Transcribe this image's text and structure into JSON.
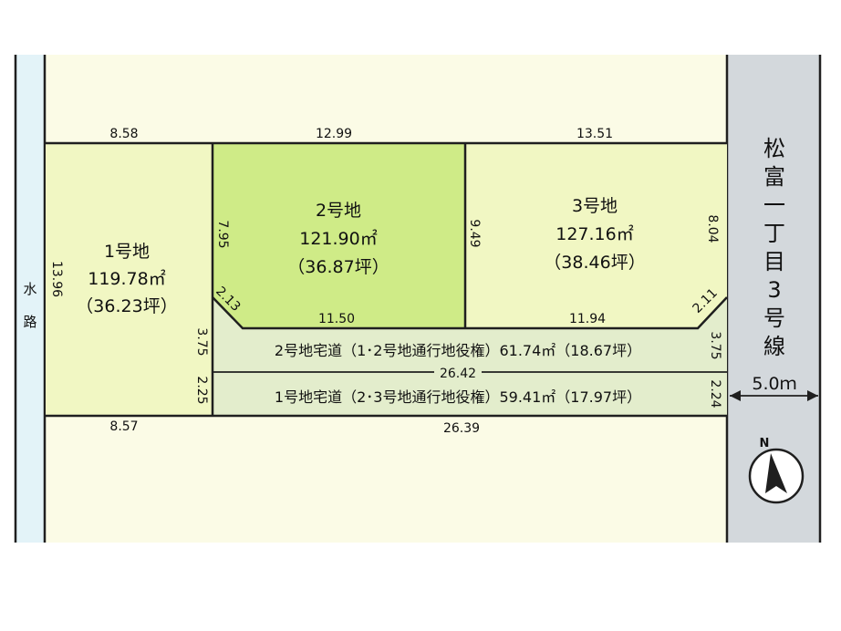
{
  "colors": {
    "background_land": "#fbfbe6",
    "water": "#e3f3f8",
    "road": "#d3d8dc",
    "lot1": "#f1f7c3",
    "lot2": "#cfeb87",
    "lot3": "#f1f7c3",
    "driveway": "#e3edcc",
    "outline": "#1f1f1f"
  },
  "water": {
    "label": "水路"
  },
  "road": {
    "label": "松富一丁目3号線",
    "chars": [
      "松",
      "富",
      "一",
      "丁",
      "目",
      "3",
      "号",
      "線"
    ],
    "width_label": "5.0ｍ"
  },
  "lots": {
    "lot1": {
      "name": "1号地",
      "area": "119.78㎡",
      "tsubo": "（36.23坪）"
    },
    "lot2": {
      "name": "2号地",
      "area": "121.90㎡",
      "tsubo": "（36.87坪）"
    },
    "lot3": {
      "name": "3号地",
      "area": "127.16㎡",
      "tsubo": "（38.46坪）"
    }
  },
  "driveways": {
    "drive2": "2号地宅道（1･2号地通行地役権）61.74㎡（18.67坪）",
    "drive1": "1号地宅道（2･3号地通行地役権）59.41㎡（17.97坪）"
  },
  "dims": {
    "top_lot1": "8.58",
    "top_lot2": "12.99",
    "top_lot3": "13.51",
    "left_lot1": "13.96",
    "lot2_left": "7.95",
    "lot2_right": "9.49",
    "lot3_right": "8.04",
    "corner_left": "2.13",
    "corner_right": "2.11",
    "lot2_bottom": "11.50",
    "lot3_bottom": "11.94",
    "drive2_left": "3.75",
    "drive2_right": "3.75",
    "mid_line": "26.42",
    "drive1_left": "2.25",
    "drive1_right": "2.24",
    "bottom_lot1": "8.57",
    "bottom_drive": "26.39"
  },
  "compass": {
    "label": "N"
  }
}
